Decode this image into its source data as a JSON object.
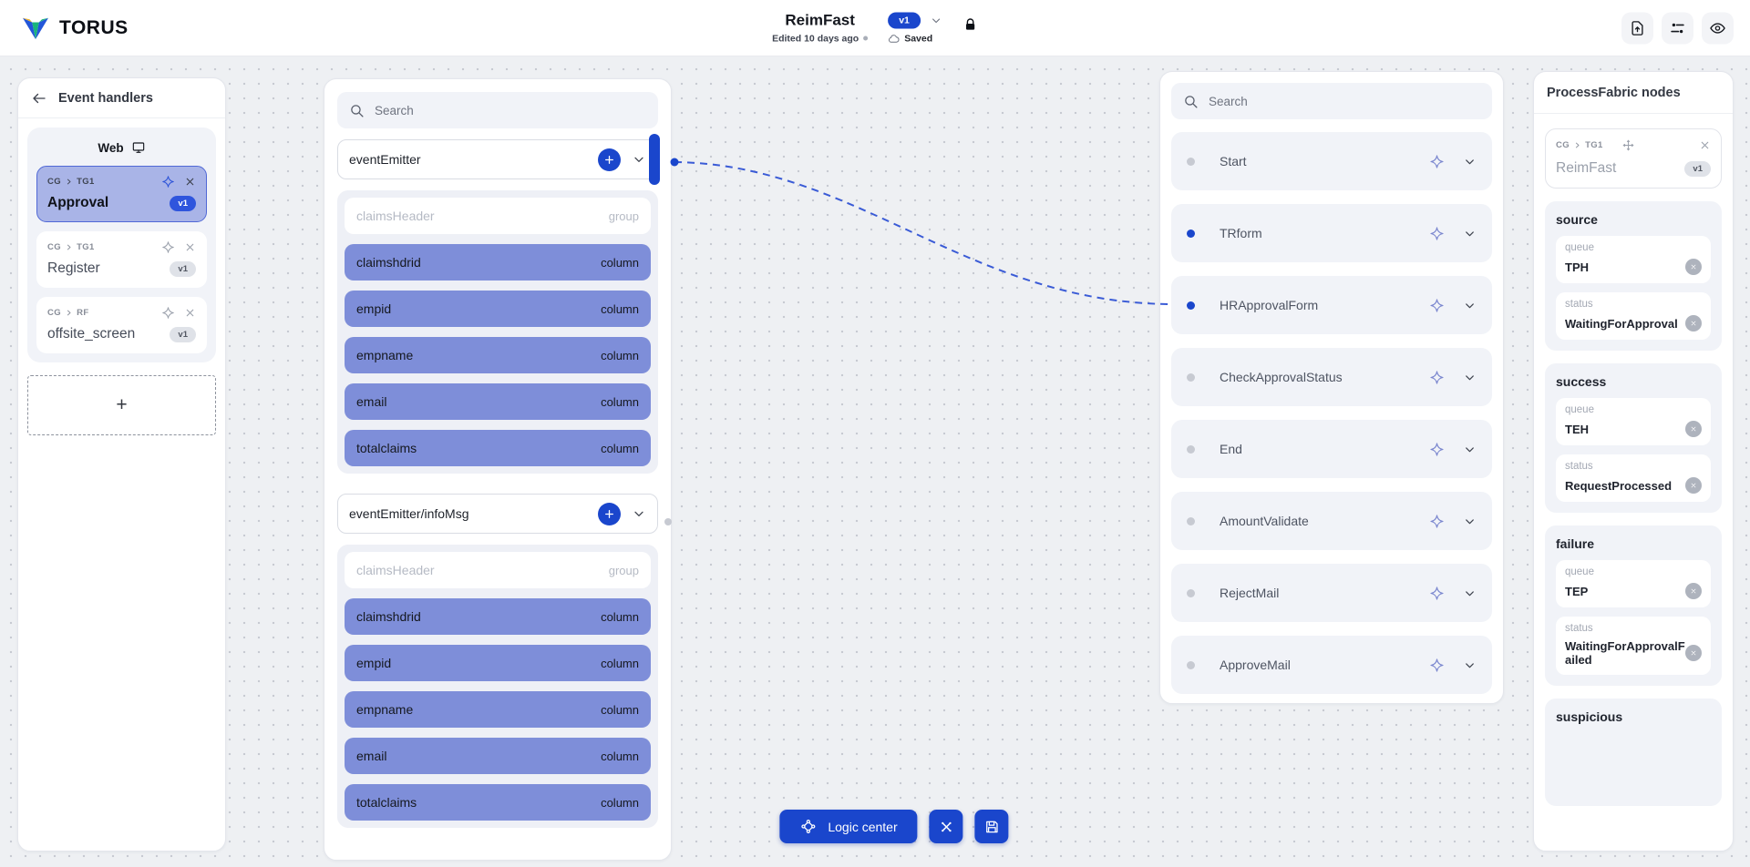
{
  "app": {
    "logo_text": "TORUS"
  },
  "header": {
    "title": "ReimFast",
    "edited": "Edited 10 days ago",
    "version": "v1",
    "saved": "Saved",
    "actions": [
      {
        "name": "upload-button",
        "icon": "upload-icon"
      },
      {
        "name": "flow-settings-button",
        "icon": "flow-icon"
      },
      {
        "name": "preview-button",
        "icon": "eye-icon"
      }
    ]
  },
  "left_panel": {
    "title": "Event handlers",
    "group_label": "Web",
    "handlers": [
      {
        "breadcrumb": [
          "CG",
          "TG1"
        ],
        "name": "Approval",
        "version": "v1",
        "selected": true
      },
      {
        "breadcrumb": [
          "CG",
          "TG1"
        ],
        "name": "Register",
        "version": "v1",
        "selected": false
      },
      {
        "breadcrumb": [
          "CG",
          "RF"
        ],
        "name": "offsite_screen",
        "version": "v1",
        "selected": false
      }
    ],
    "add_label": "+"
  },
  "emitter_panel": {
    "search_placeholder": "Search",
    "sections": [
      {
        "title": "eventEmitter",
        "connector": "active",
        "rows": [
          {
            "name": "claimsHeader",
            "type": "group"
          },
          {
            "name": "claimshdrid",
            "type": "column"
          },
          {
            "name": "empid",
            "type": "column"
          },
          {
            "name": "empname",
            "type": "column"
          },
          {
            "name": "email",
            "type": "column"
          },
          {
            "name": "totalclaims",
            "type": "column"
          }
        ]
      },
      {
        "title": "eventEmitter/infoMsg",
        "connector": "idle",
        "rows": [
          {
            "name": "claimsHeader",
            "type": "group"
          },
          {
            "name": "claimshdrid",
            "type": "column"
          },
          {
            "name": "empid",
            "type": "column"
          },
          {
            "name": "empname",
            "type": "column"
          },
          {
            "name": "email",
            "type": "column"
          },
          {
            "name": "totalclaims",
            "type": "column"
          }
        ]
      }
    ]
  },
  "nodes_panel": {
    "search_placeholder": "Search",
    "nodes": [
      {
        "name": "Start",
        "active": false
      },
      {
        "name": "TRform",
        "active": true
      },
      {
        "name": "HRApprovalForm",
        "active": true
      },
      {
        "name": "CheckApprovalStatus",
        "active": false
      },
      {
        "name": "End",
        "active": false
      },
      {
        "name": "AmountValidate",
        "active": false
      },
      {
        "name": "RejectMail",
        "active": false
      },
      {
        "name": "ApproveMail",
        "active": false
      }
    ]
  },
  "fabric_panel": {
    "title": "ProcessFabric nodes",
    "card": {
      "breadcrumb": [
        "CG",
        "TG1"
      ],
      "name": "ReimFast",
      "version": "v1"
    },
    "sections": [
      {
        "title": "source",
        "fields": [
          {
            "label": "queue",
            "value": "TPH"
          },
          {
            "label": "status",
            "value": "WaitingForApproval"
          }
        ]
      },
      {
        "title": "success",
        "fields": [
          {
            "label": "queue",
            "value": "TEH"
          },
          {
            "label": "status",
            "value": "RequestProcessed"
          }
        ]
      },
      {
        "title": "failure",
        "fields": [
          {
            "label": "queue",
            "value": "TEP"
          },
          {
            "label": "status",
            "value": "WaitingForApprovalFailed"
          }
        ]
      },
      {
        "title": "suspicious",
        "fields": []
      }
    ]
  },
  "toolbar": {
    "logic_center_label": "Logic center"
  },
  "colors": {
    "accent_blue": "#1a46cc",
    "column_row": "#7e8ed9",
    "selected_card_bg": "#a9b4e7",
    "selected_card_border": "#5068d6",
    "connector_line": "#3a5bd6",
    "idle_dot": "#c7cad2"
  }
}
